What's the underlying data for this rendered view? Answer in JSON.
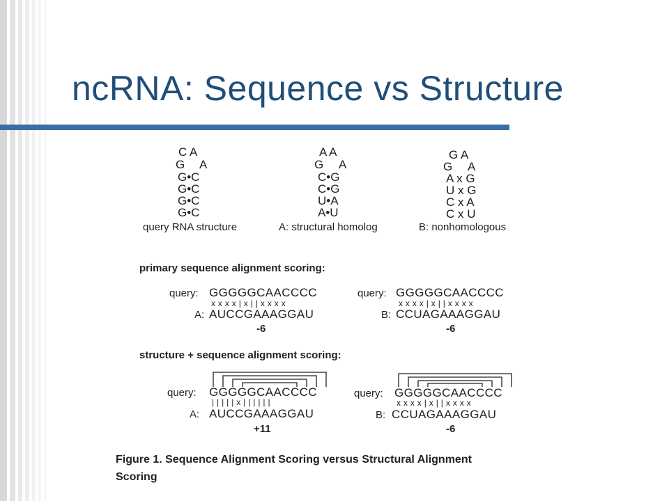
{
  "slide": {
    "title": "ncRNA: Sequence vs Structure",
    "accent_color": "#1f4e79",
    "rule_color": "#3a6ea5"
  },
  "figure": {
    "hairpins": {
      "query": {
        "loop": [
          "C A",
          "G",
          "A"
        ],
        "stem": [
          "G•C",
          "G•C",
          "G•C",
          "G•C"
        ],
        "caption": "query RNA structure"
      },
      "a": {
        "loop": [
          "A A",
          "G",
          "A"
        ],
        "stem": [
          "C•G",
          "C•G",
          "U•A",
          "A•U"
        ],
        "caption": "A: structural homolog"
      },
      "b": {
        "loop": [
          "G A",
          "G",
          "A"
        ],
        "stem": [
          "A x G",
          "U x G",
          "C x A",
          "C x U"
        ],
        "caption": "B: nonhomologous"
      }
    },
    "primary_heading": "primary sequence alignment scoring:",
    "structure_heading": "structure + sequence alignment scoring:",
    "primary": {
      "left": {
        "query_label": "query:",
        "query_seq": "GGGGGCAACCCC",
        "marks": "x x x x | x | | x x x x",
        "target_label": "A:",
        "target_seq": "AUCCGAAAGGAU",
        "score": "-6"
      },
      "right": {
        "query_label": "query:",
        "query_seq": "GGGGGCAACCCC",
        "marks": "x x x x | x | | x x x x",
        "target_label": "B:",
        "target_seq": "CCUAGAAAGGAU",
        "score": "-6"
      }
    },
    "structural": {
      "left": {
        "query_label": "query:",
        "query_seq": "GGGGGCAACCCC",
        "marks": "| | | | | x | | | | | |",
        "target_label": "A:",
        "target_seq": "AUCCGAAAGGAU",
        "score": "+11"
      },
      "right": {
        "query_label": "query:",
        "query_seq": "GGGGGCAACCCC",
        "marks": "x x x x | x | | x x x x",
        "target_label": "B:",
        "target_seq": "CCUAGAAAGGAU",
        "score": "-6"
      }
    },
    "caption_line1": "Figure 1.  Sequence Alignment Scoring versus Structural Alignment",
    "caption_line2": "Scoring"
  }
}
